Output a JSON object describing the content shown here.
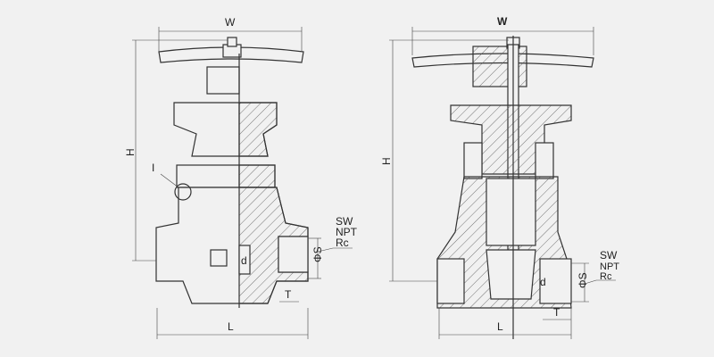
{
  "left_view": {
    "width_label": "W",
    "height_label": "H",
    "detail_label": "I",
    "connection_labels": [
      "SW",
      "NPT",
      "Rc"
    ],
    "bore_diameter_label": "ΦS",
    "inner_diameter_label": "d",
    "thread_depth_label": "T",
    "length_label": "L"
  },
  "right_view": {
    "width_label": "W",
    "height_label": "H",
    "connection_labels": [
      "SW",
      "NPT",
      "Rc"
    ],
    "bore_diameter_label": "ΦS",
    "inner_diameter_label": "d",
    "thread_depth_label": "T",
    "length_label": "L"
  }
}
